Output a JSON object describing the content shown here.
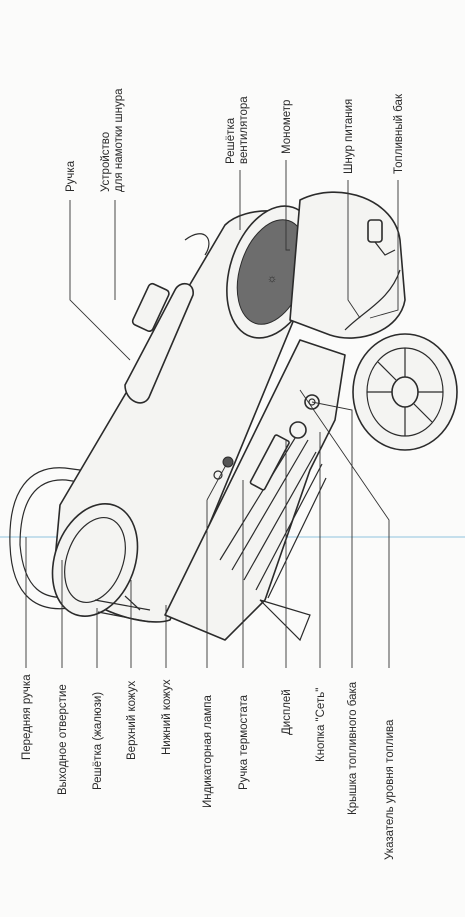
{
  "labels": {
    "front_handle": "Передняя ручка",
    "outlet": "Выходное отверстие",
    "grille_louvers": "Решётка (жалюзи)",
    "upper_casing": "Верхний кожух",
    "lower_casing": "Нижний кожух",
    "indicator_lamp": "Индикаторная лампа",
    "thermostat_knob": "Ручка термостата",
    "display": "Дисплей",
    "power_button": "Кнопка \"Сеть\"",
    "fuel_tank_cap": "Крышка топливного бака",
    "fuel_level_gauge": "Указатель уровня топлива",
    "handle": "Ручка",
    "cord_winder_line1": "Устройство",
    "cord_winder_line2": "для намотки шнура",
    "fan_grille_line1": "Решётка",
    "fan_grille_line2": "вентилятора",
    "manometer": "Монометр",
    "power_cord": "Шнур питания",
    "fuel_tank": "Топливный бак"
  },
  "colors": {
    "line": "#333333",
    "blue_line": "#8fc3de",
    "background": "#fbfbfa"
  }
}
